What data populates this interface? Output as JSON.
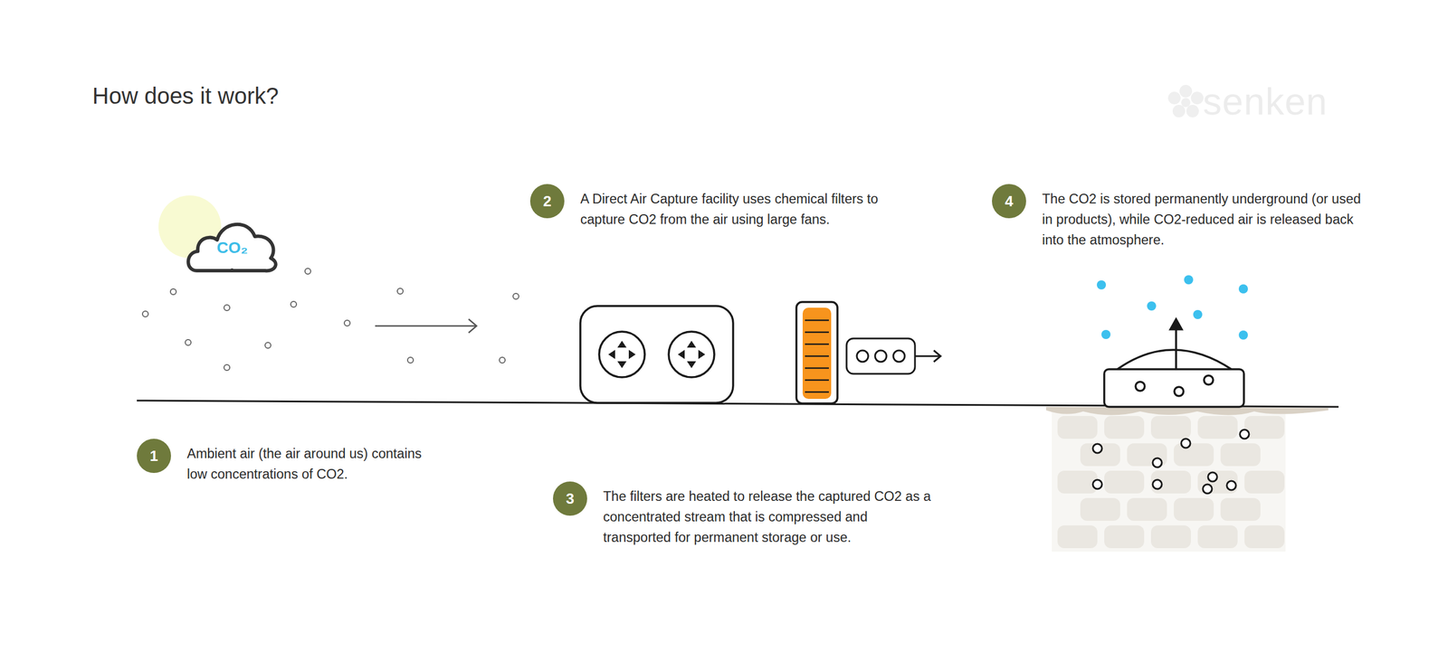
{
  "diagram": {
    "title": "How does it work?",
    "nodes": [
      {
        "text": [
          "CO₂"
        ]
      },
      {
        "text": [
          "1",
          "Ambient air (the air around us) contains low concentrations of CO2."
        ]
      },
      {
        "text": [
          "2",
          "A Direct Air Capture facility uses chemical filters to capture CO2 from the air using large fans."
        ]
      },
      {
        "text": [
          "3",
          "The filters are heated to release the captured CO2 as a concentrated stream that is compressed and transported for permanent storage or use."
        ]
      },
      {
        "text": [
          "4",
          "The CO2 is stored permanently underground (or used in products), while CO2-reduced air is released back into the atmosphere."
        ]
      }
    ],
    "labels": [
      "senken"
    ]
  }
}
